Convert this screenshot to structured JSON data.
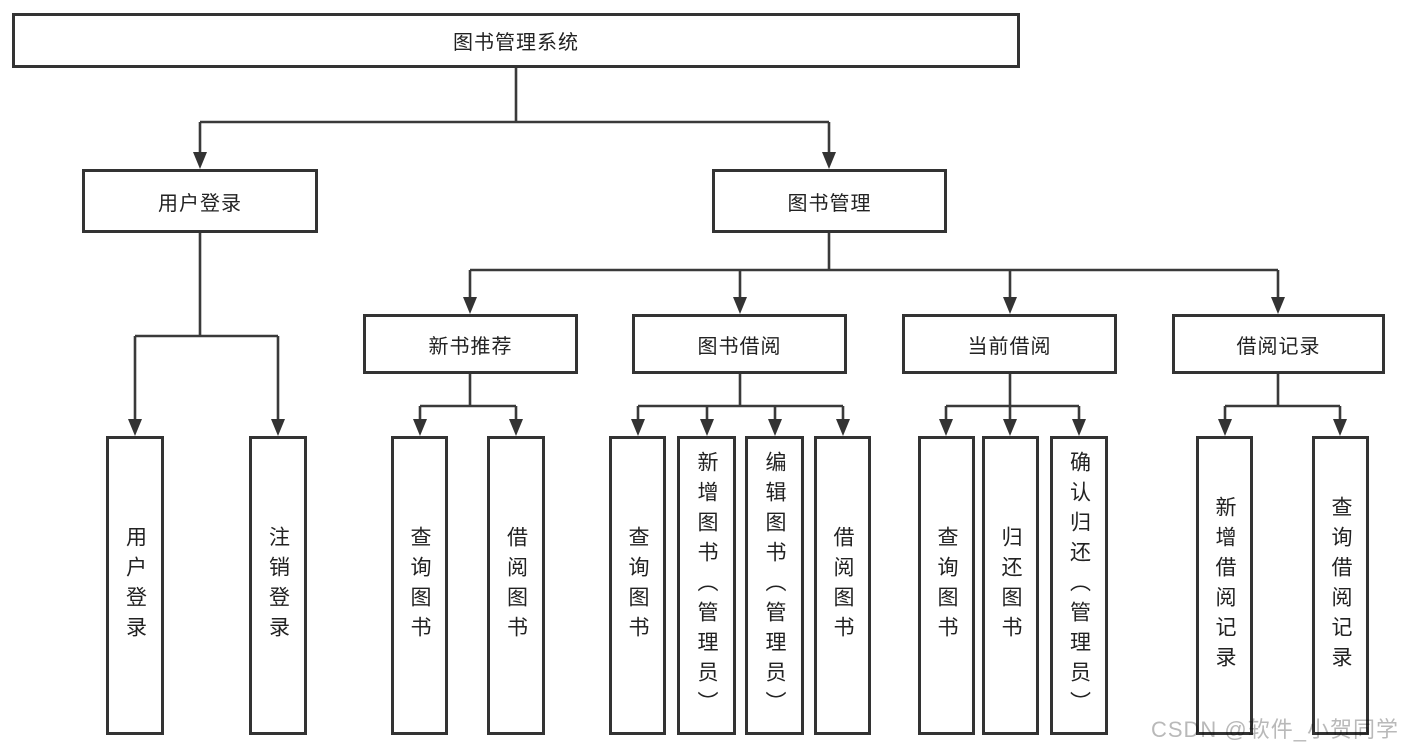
{
  "diagram": {
    "root": {
      "label": "图书管理系统"
    },
    "branches": [
      {
        "label": "用户登录",
        "children": [
          {
            "label": "用户登录"
          },
          {
            "label": "注销登录"
          }
        ]
      },
      {
        "label": "图书管理",
        "children": [
          {
            "label": "新书推荐",
            "children": [
              {
                "label": "查询图书"
              },
              {
                "label": "借阅图书"
              }
            ]
          },
          {
            "label": "图书借阅",
            "children": [
              {
                "label": "查询图书"
              },
              {
                "label": "新增图书（管理员）"
              },
              {
                "label": "编辑图书（管理员）"
              },
              {
                "label": "借阅图书"
              }
            ]
          },
          {
            "label": "当前借阅",
            "children": [
              {
                "label": "查询图书"
              },
              {
                "label": "归还图书"
              },
              {
                "label": "确认归还（管理员）"
              }
            ]
          },
          {
            "label": "借阅记录",
            "children": [
              {
                "label": "新增借阅记录"
              },
              {
                "label": "查询借阅记录"
              }
            ]
          }
        ]
      }
    ]
  },
  "watermark": {
    "text": "CSDN @软件_小贺同学"
  },
  "colors": {
    "line": "#3a3a3a",
    "box_border": "#333333",
    "text": "#222222",
    "watermark": "#b9b9b9",
    "background": "#ffffff"
  }
}
